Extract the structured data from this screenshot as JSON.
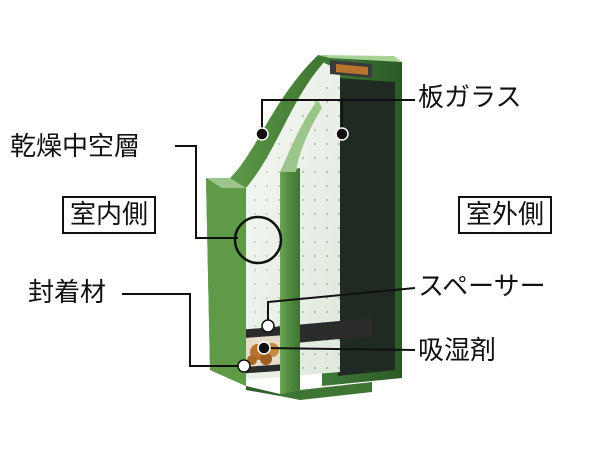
{
  "labels": {
    "glass_pane": "板ガラス",
    "dry_air_layer": "乾燥中空層",
    "indoor_side": "室内側",
    "outdoor_side": "室外側",
    "sealant": "封着材",
    "spacer": "スペーサー",
    "desiccant": "吸湿剤"
  },
  "colors": {
    "glass_face": "#4f8a3e",
    "glass_edge_light": "#9cc58a",
    "glass_edge_dark": "#2f5f28",
    "glass_inner": "#eef3ec",
    "rear_pane": "#1f2a22",
    "spacer": "#2b2b2b",
    "desiccant": "#b8742e"
  }
}
